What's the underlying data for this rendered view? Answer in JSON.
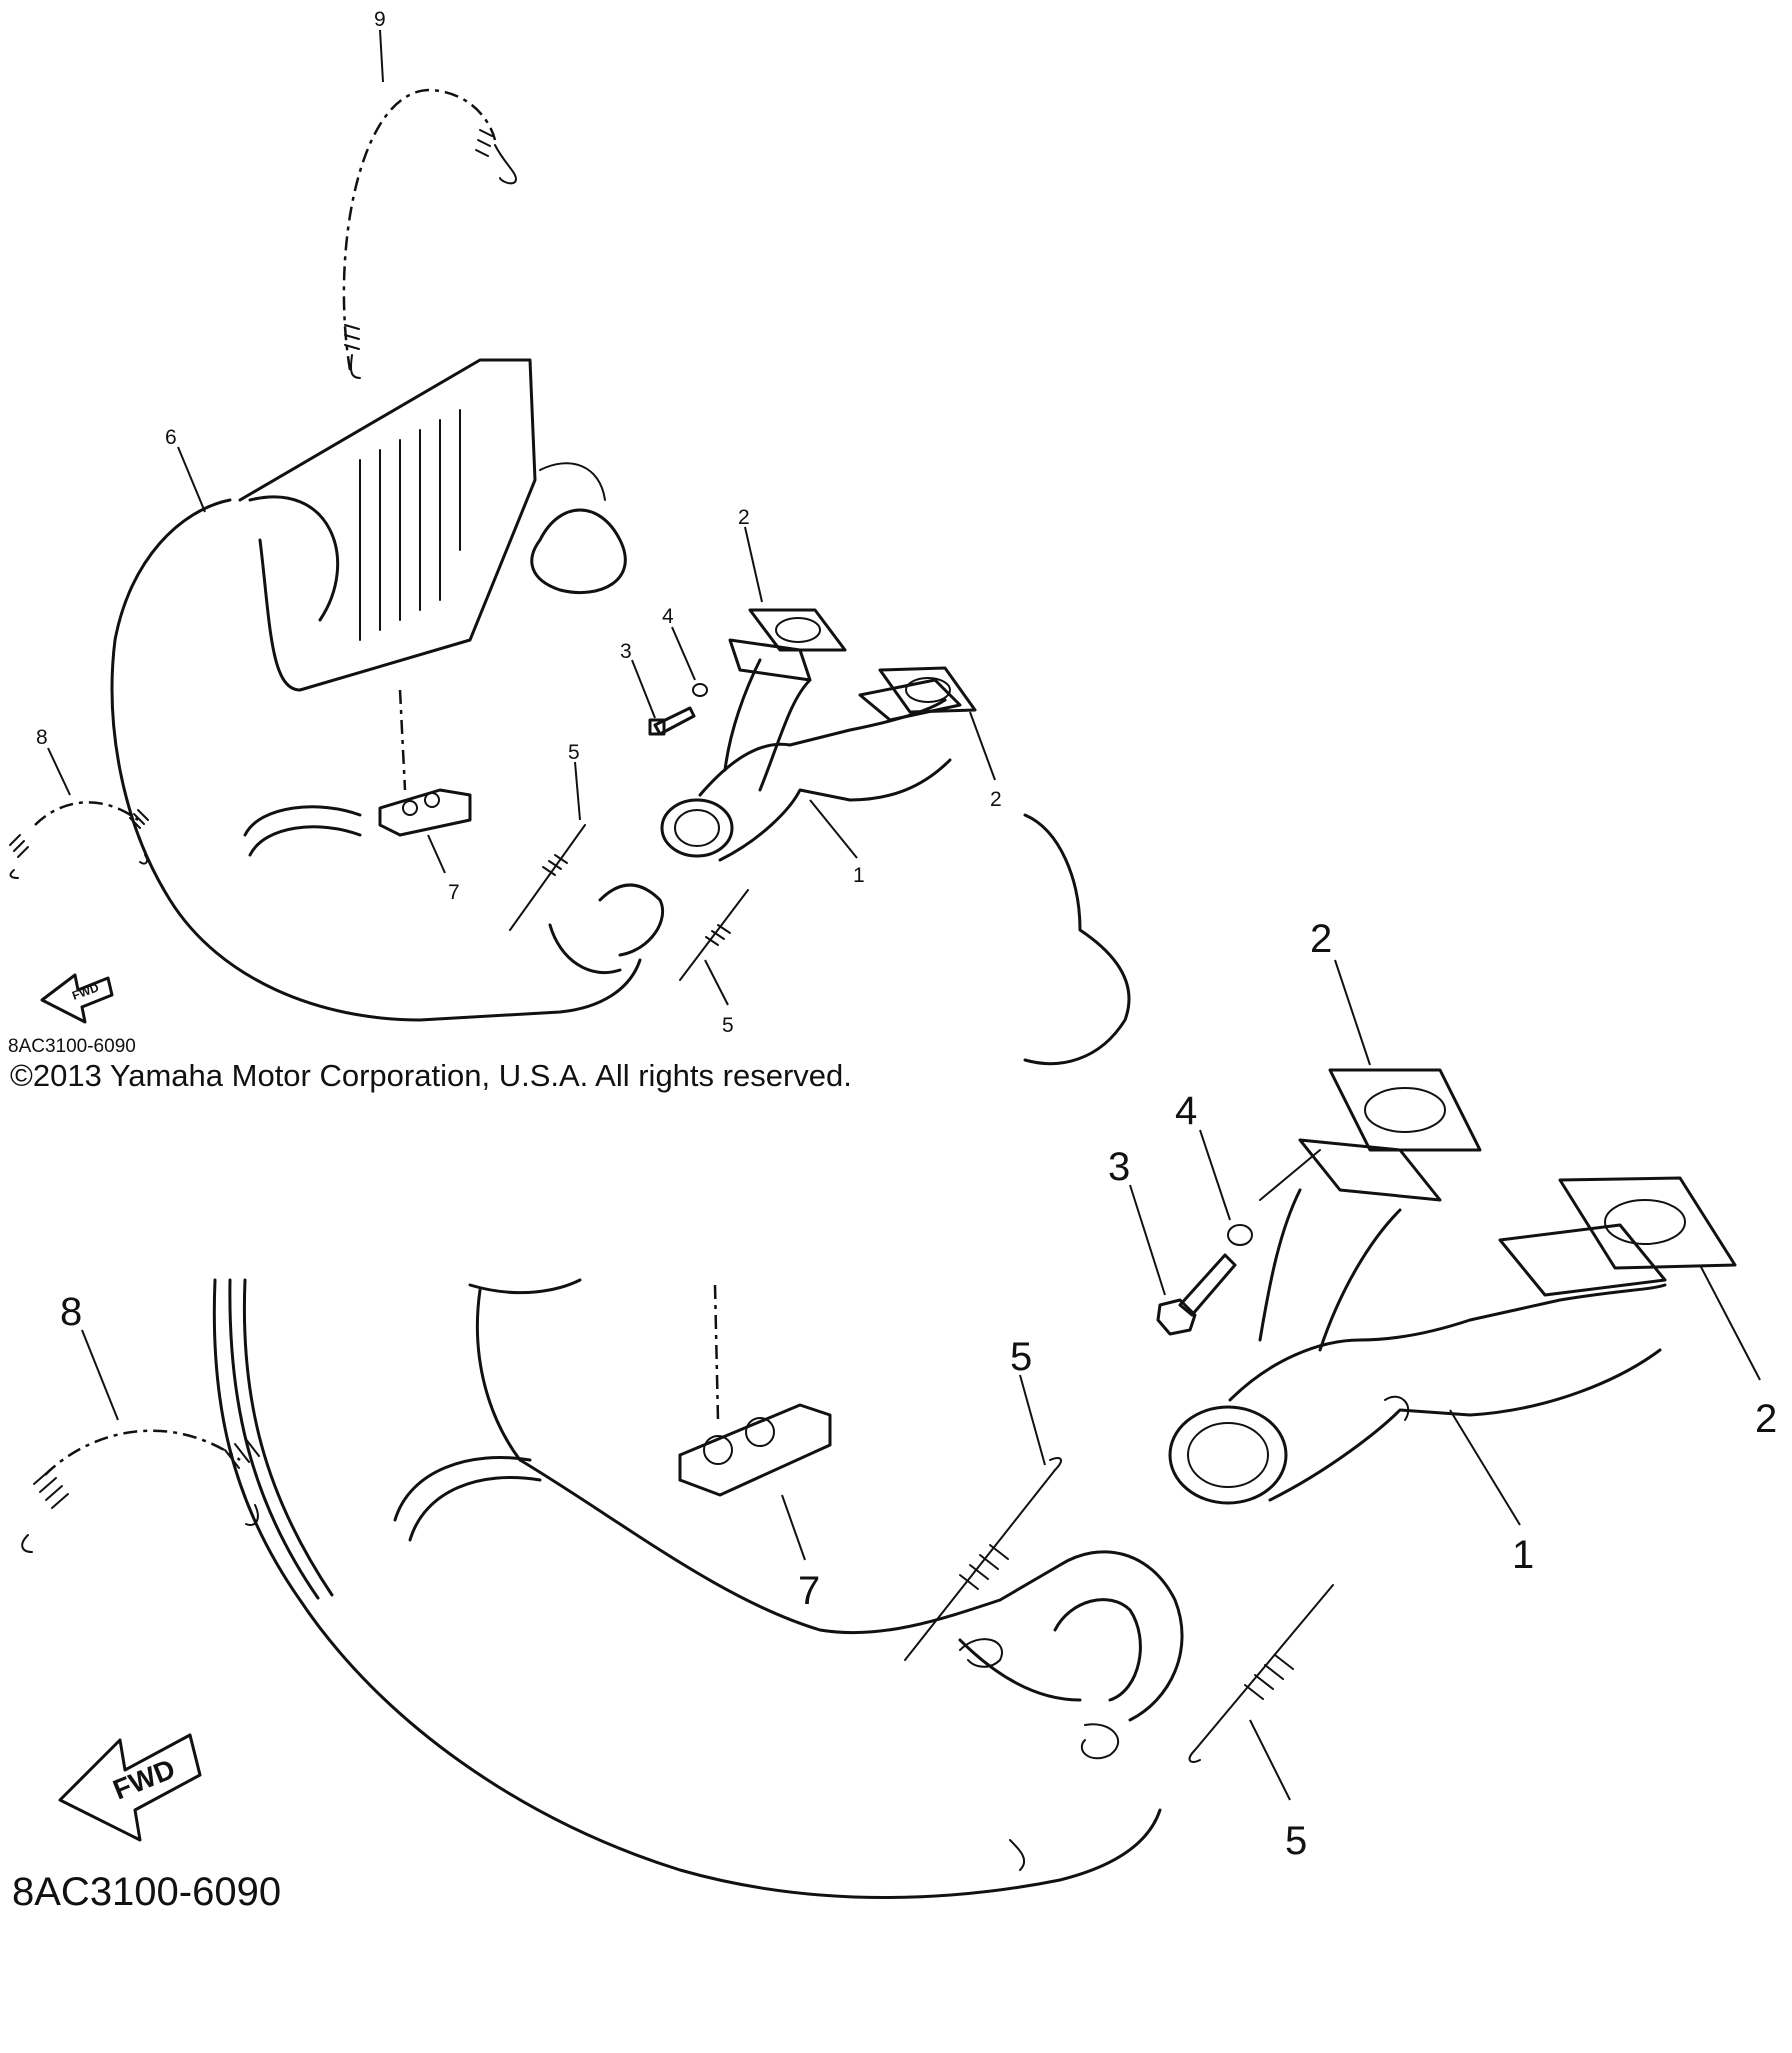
{
  "callouts": {
    "overview": [
      "1",
      "2",
      "2",
      "3",
      "4",
      "5",
      "5",
      "6",
      "7",
      "8",
      "9"
    ],
    "detail": [
      "1",
      "2",
      "2",
      "3",
      "4",
      "5",
      "5",
      "7",
      "8"
    ]
  },
  "part_code": "8AC3100-6090",
  "fwd_label": "FWD",
  "copyright": "©2013 Yamaha Motor Corporation, U.S.A. All rights reserved.",
  "icons": [
    "fwd-arrow-icon"
  ]
}
